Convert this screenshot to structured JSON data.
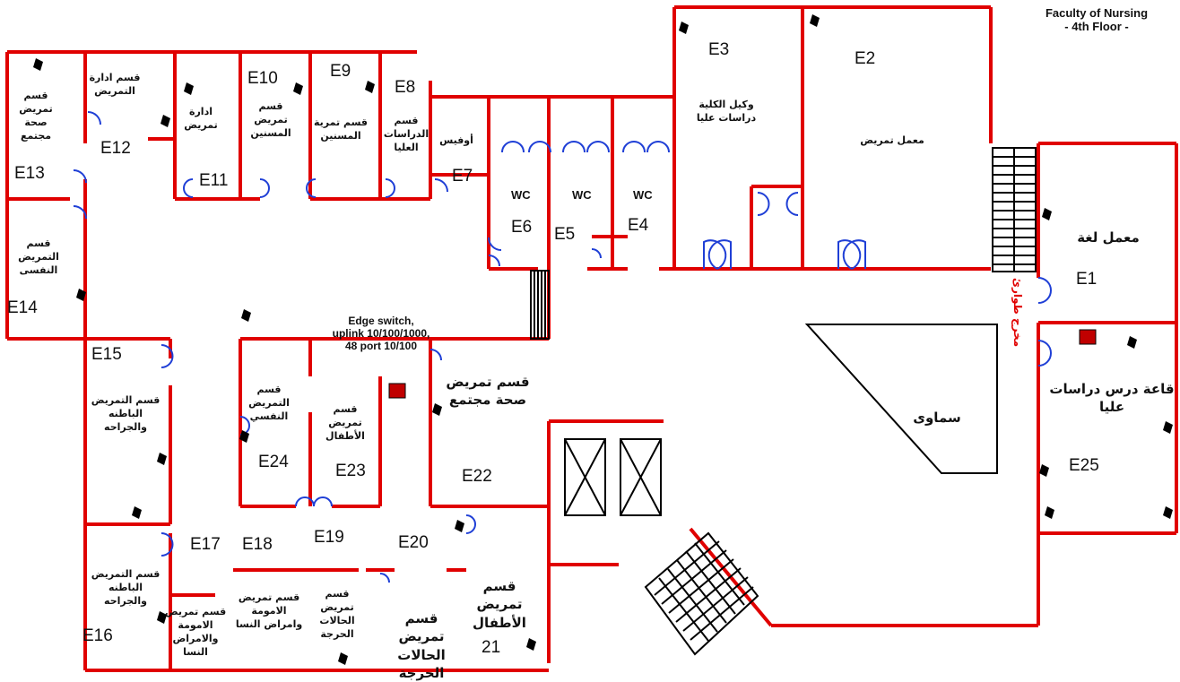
{
  "building": {
    "title_line1": "Faculty of Nursing",
    "title_line2": "- 4th Floor -"
  },
  "network": {
    "line1": "Edge switch,",
    "line2": "uplink 10/100/1000,",
    "line3": "48 port 10/100"
  },
  "rooms": {
    "E1": "E1",
    "E2": "E2",
    "E3": "E3",
    "E4": "E4",
    "E5": "E5",
    "E6": "E6",
    "E7": "E7",
    "E8": "E8",
    "E9": "E9",
    "E10": "E10",
    "E11": "E11",
    "E12": "E12",
    "E13": "E13",
    "E14": "E14",
    "E15": "E15",
    "E16": "E16",
    "E17": "E17",
    "E18": "E18",
    "E19": "E19",
    "E20": "E20",
    "E21": "21",
    "E22": "E22",
    "E23": "E23",
    "E24": "E24",
    "E25": "E25"
  },
  "wc": {
    "wc6": "WC",
    "wc5": "WC",
    "wc4": "WC"
  },
  "arabic": {
    "e13": "قسم تمريض صحة مجتمع",
    "e12": "قسم ادارة التمريض",
    "e11": "ادارة تمريض",
    "e10": "قسم تمريض المسنين",
    "e9": "قسم تمرية المسنين",
    "e8": "قسم الدراسات العليا",
    "e7": "أوفيس",
    "e3": "وكيل الكلية دراسات عليا",
    "e2": "معمل تمريض",
    "e1": "معمل لغة",
    "e14": "قسم التمريض النفسى",
    "e15": "قسم التمريض الباطنه والجراحه",
    "e16": "قسم التمريض الباطنه والجراحه",
    "e24": "قسم التمريض النفسي",
    "e23": "قسم تمريض الأطفال",
    "e22": "قسم تمريض صحة مجتمع",
    "e21": "قسم تمريض الأطفال",
    "r_bottom1": "قسم تمريض الامومة والامراض النسا",
    "r_bottom2": "قسم تمريض الامومة وامراض النسا",
    "r_bottom3": "قسم تمريض الحالات الحرجة",
    "r_bottom4": "قسم تمريض الحالات الحرجة",
    "skylight": "سماوى",
    "e25": "قاعة درس دراسات عليا",
    "exit": "مخرج طوارئ"
  },
  "colors": {
    "wall": "#e00000",
    "door": "#1f3fd6",
    "line": "#000000"
  }
}
